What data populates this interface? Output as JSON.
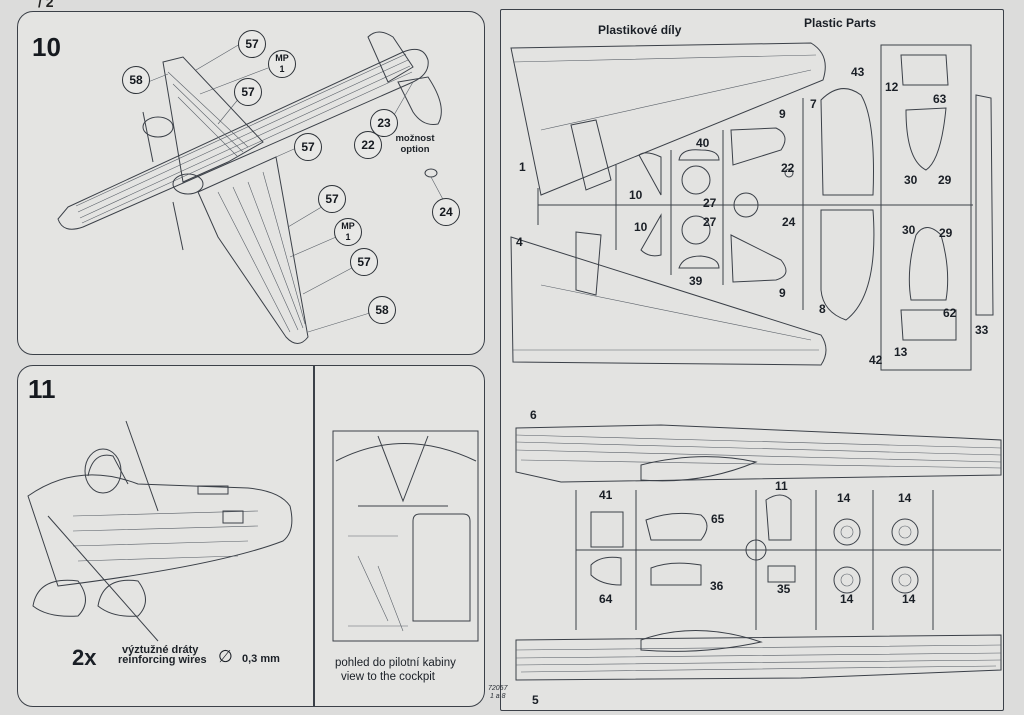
{
  "page": {
    "top_mark": "/ 2",
    "footer_code": "72057",
    "footer_page": "1 a 8"
  },
  "step10": {
    "number": "10",
    "callouts": [
      "58",
      "57",
      "MP 1",
      "57",
      "57",
      "57",
      "MP 1",
      "57",
      "58",
      "23",
      "22",
      "24"
    ],
    "option_label_cz": "možnost",
    "option_label_en": "option"
  },
  "step11": {
    "number": "11",
    "quantity": "2x",
    "wires_cz": "výztužné dráty",
    "wires_en": "reinforcing wires",
    "diameter_symbol": "∅",
    "diameter_value": "0,3 mm",
    "cockpit_caption_cz": "pohled do pilotní kabiny",
    "cockpit_caption_en": "view to the cockpit"
  },
  "parts_sheet": {
    "title_cz": "Plastikové díly",
    "title_en": "Plastic Parts",
    "part_labels": {
      "p1": "1",
      "p4": "4",
      "p7": "7",
      "p8": "8",
      "p9a": "9",
      "p9b": "9",
      "p10a": "10",
      "p10b": "10",
      "p12": "12",
      "p13": "13",
      "p22": "22",
      "p24": "24",
      "p27a": "27",
      "p27b": "27",
      "p29a": "29",
      "p29b": "29",
      "p30a": "30",
      "p30b": "30",
      "p33": "33",
      "p39": "39",
      "p40": "40",
      "p42": "42",
      "p43": "43",
      "p62": "62",
      "p63": "63",
      "p5": "5",
      "p6": "6",
      "p11": "11",
      "p14a": "14",
      "p14b": "14",
      "p14c": "14",
      "p14d": "14",
      "p35": "35",
      "p36": "36",
      "p41": "41",
      "p64": "64",
      "p65": "65"
    }
  }
}
